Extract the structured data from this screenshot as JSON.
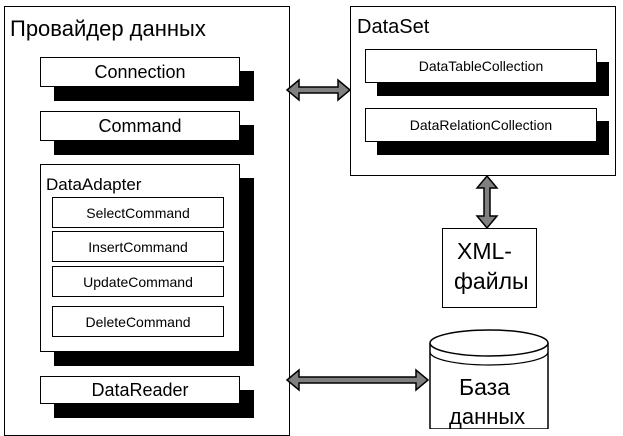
{
  "provider": {
    "title": "Провайдер данных",
    "connection": "Connection",
    "command": "Command",
    "data_adapter": {
      "title": "DataAdapter",
      "commands": [
        "SelectCommand",
        "InsertCommand",
        "UpdateCommand",
        "DeleteCommand"
      ]
    },
    "data_reader": "DataReader"
  },
  "dataset": {
    "title": "DataSet",
    "collections": [
      "DataTableCollection",
      "DataRelationCollection"
    ]
  },
  "xml_files": {
    "line1": "XML-",
    "line2": "файлы"
  },
  "database": {
    "line1": "База",
    "line2": "данных"
  },
  "colors": {
    "arrow_fill": "#808080",
    "stroke": "#000000",
    "shadow": "#000000"
  }
}
